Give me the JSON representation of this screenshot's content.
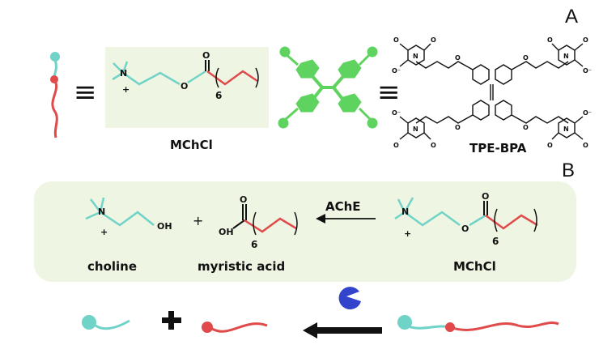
{
  "panels": {
    "a": "A",
    "b": "B"
  },
  "equiv_symbol": "≡",
  "labels": {
    "mchcl_top": "MChCl",
    "tpe_bpa": "TPE-BPA",
    "enzyme": "AChE",
    "choline": "choline",
    "myristic_acid": "myristic acid",
    "mchcl_bottom": "MChCl",
    "plus": "+"
  },
  "atoms": {
    "n": "N",
    "plus": "+",
    "o": "O",
    "oh": "OH",
    "subscript": "6",
    "ring_n": "N",
    "ring_o": "O",
    "ring_o_minus": "O⁻"
  },
  "colors": {
    "cyan": "#6fd3c8",
    "red": "#e04a4a",
    "green": "#5fd35f",
    "panel_bg": "#eef5e2",
    "enzyme": "#3344cc"
  }
}
